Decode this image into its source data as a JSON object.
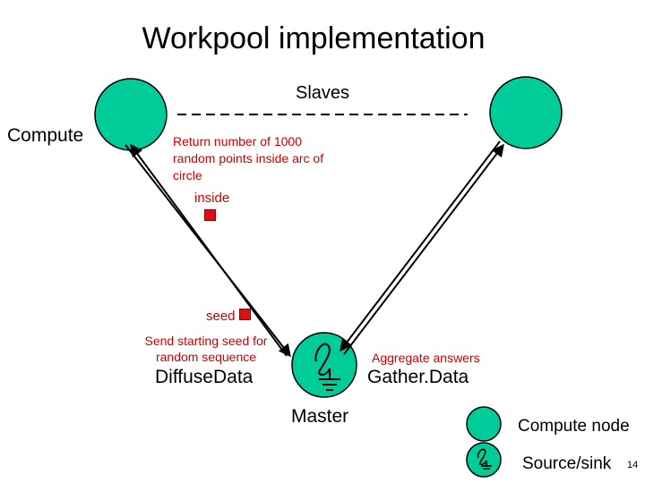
{
  "title": "Workpool implementation",
  "labels": {
    "slaves": "Slaves",
    "compute": "Compute",
    "return_text": "Return number of 1000 random points inside arc of circle",
    "inside": "inside",
    "seed": "seed",
    "send_text": "Send starting seed for random sequence",
    "aggregate": "Aggregate answers",
    "diffuse": "DiffuseData",
    "gather": "Gather.Data",
    "master": "Master",
    "page_number": "14"
  },
  "legend": {
    "compute_node": "Compute node",
    "source_sink": "Source/sink"
  },
  "colors": {
    "node_fill": "#00cc99",
    "annotation_text": "#cc0000",
    "token": "#dd1111"
  },
  "icons": {
    "source_sink": "sine-ground-icon"
  }
}
